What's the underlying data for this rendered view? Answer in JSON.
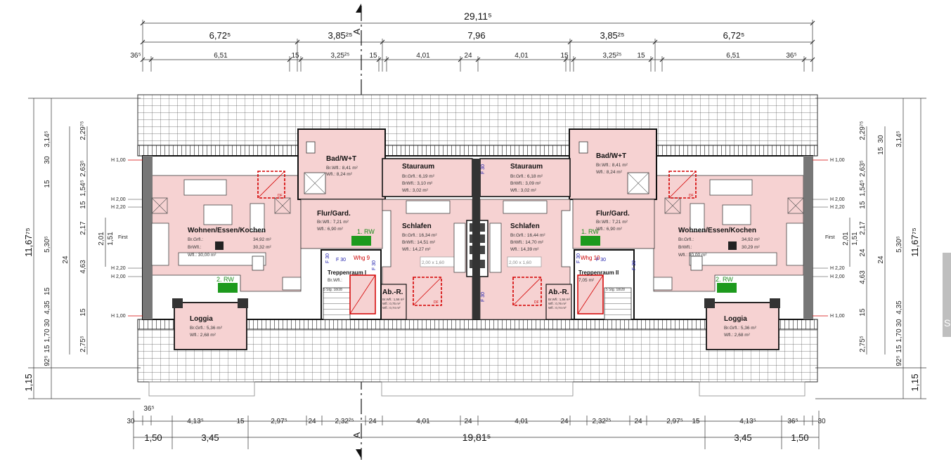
{
  "dims": {
    "top_total": "29,11⁵",
    "top_mid": [
      "6,72⁵",
      "3,85²⁵",
      "7,96",
      "3,85²⁵",
      "6,72⁵"
    ],
    "top_fine": [
      "36⁵",
      "6,51",
      "15",
      "3,25²⁵",
      "15",
      "4,01",
      "24",
      "4,01",
      "15",
      "3,25²⁵",
      "15",
      "6,51",
      "36⁵"
    ],
    "bottom_fine_top": "36⁵",
    "bottom_fine": [
      "30",
      "4,13⁵",
      "15",
      "2,97⁵",
      "24",
      "2,32²⁵",
      "24",
      "4,01",
      "24",
      "4,01",
      "24",
      "2,32²⁵",
      "24",
      "2,97⁵",
      "15",
      "4,13⁵",
      "36⁵",
      "30"
    ],
    "bottom_big": [
      "1,50",
      "3,45",
      "19,81⁵",
      "3,45",
      "1,50"
    ],
    "left_outer": [
      "11,67⁷⁵",
      "1,15"
    ],
    "left_mid": [
      "3,14⁵",
      "30",
      "15",
      "5,30⁵",
      "15",
      "4,35",
      "30",
      "1,70",
      "15",
      "92⁵"
    ],
    "left_inner": [
      "2,29⁷⁵",
      "2,63⁵",
      "1,54⁵",
      "15",
      "2,17",
      "24",
      "4,63",
      "15",
      "2,75⁵"
    ],
    "right_outer": [
      "11,67⁷⁵",
      "1,15"
    ],
    "right_mid": [
      "3,14⁵",
      "30",
      "15",
      "5,30⁵",
      "24",
      "4,35",
      "30",
      "1,70",
      "15",
      "92⁵"
    ],
    "right_inner": [
      "2,29⁷⁵",
      "2,63⁵",
      "1,54⁵",
      "15",
      "2,17",
      "24",
      "4,63",
      "15",
      "2,75⁵"
    ],
    "window_height": [
      "2,01",
      "1,51"
    ]
  },
  "levels": {
    "h100": "H 1,00",
    "h200": "H 2,00",
    "h220": "H 2,20",
    "first": "First"
  },
  "axis_label": "A",
  "units": {
    "left": [
      {
        "name": "Bad/W+T",
        "a1": "Br.Wfl.: 8,41 m²",
        "a2": "Wfl.: 8,24 m²"
      },
      {
        "name": "Flur/Gard.",
        "a1": "Br.Wfl.: 7,21 m²",
        "a2": "Wfl.: 6,90 m²"
      },
      {
        "name": "Wohnen/Essen/Kochen",
        "a1": "Br.Grfl.:",
        "a2": "BrWfl.:",
        "a3": "Wfl.: 30,00 m²",
        "v1": "34,92 m²",
        "v2": "30,32 m²"
      },
      {
        "name": "Stauraum",
        "a1": "Br.Grfl.: 6,19 m²",
        "a2": "BrWfl.: 3,10 m²",
        "a3": "Wfl.: 3,02 m²"
      },
      {
        "name": "Schlafen",
        "a1": "Br.Grfl.: 16,34 m²",
        "a2": "BrWfl.: 14,51 m²",
        "a3": "Wfl.: 14,27 m²"
      },
      {
        "name": "Treppenraum  I",
        "a1": "Br.Wfl.:"
      },
      {
        "name": "Ab.-R.",
        "a1": "Br.Wfl.: 1,56 m²",
        "a2": "Wfl.: 0,75 m²",
        "a3": "Wfl.: 0,74 m²"
      },
      {
        "name": "Loggia",
        "a1": "Br.Grfl.: 5,36 m²",
        "a2": "Wfl.: 2,68 m²"
      }
    ],
    "right": [
      {
        "name": "Bad/W+T",
        "a1": "Br.Wfl.: 8,41 m²",
        "a2": "Wfl.: 8,24 m²"
      },
      {
        "name": "Flur/Gard.",
        "a1": "Br.Wfl.: 7,21 m²",
        "a2": "Wfl.: 6,90 m²"
      },
      {
        "name": "Wohnen/Essen/Kochen",
        "a1": "Br.Grfl.:",
        "a2": "BrWfl.:",
        "a3": "Wfl.: 30,00 m²",
        "v1": "34,92 m²",
        "v2": "30,29 m²"
      },
      {
        "name": "Stauraum",
        "a1": "Br.Grfl.: 6,18 m²",
        "a2": "BrWfl.: 3,09 m²",
        "a3": "Wfl.: 3,02 m²"
      },
      {
        "name": "Schlafen",
        "a1": "Br.Grfl.: 16,44 m²",
        "a2": "BrWfl.: 14,70 m²",
        "a3": "Wfl.: 14,39 m²"
      },
      {
        "name": "Treppenraum  II",
        "a1": "7,05 m²"
      },
      {
        "name": "Ab.-R.",
        "a1": "Br.Wfl.: 1,56 m²",
        "a2": "Wfl.: 0,76 m²",
        "a3": "Wfl.: 0,74 m²"
      },
      {
        "name": "Loggia",
        "a1": "Br.Grfl.: 5,36 m²",
        "a2": "Wfl.: 2,68 m²"
      }
    ]
  },
  "labels": {
    "whg_left": "Whg 9",
    "whg_right": "Whg 10",
    "rw1": "1. RW",
    "rw2": "2. RW",
    "f30": "F 30",
    "df": "DF",
    "window_size": "2,00 x 1,60",
    "stairs_left": "5 Stg. 18/28",
    "stairs_right": "5 Stg. 18/28"
  },
  "side_card_letter": "S",
  "colors": {
    "room_fill": "#f6d2d2",
    "wall": "#1a1a1a",
    "roof_line": "#444444",
    "fire_red": "#d40000",
    "exit_green": "#1d9a1d",
    "fire_blue": "#1a1aaa"
  }
}
